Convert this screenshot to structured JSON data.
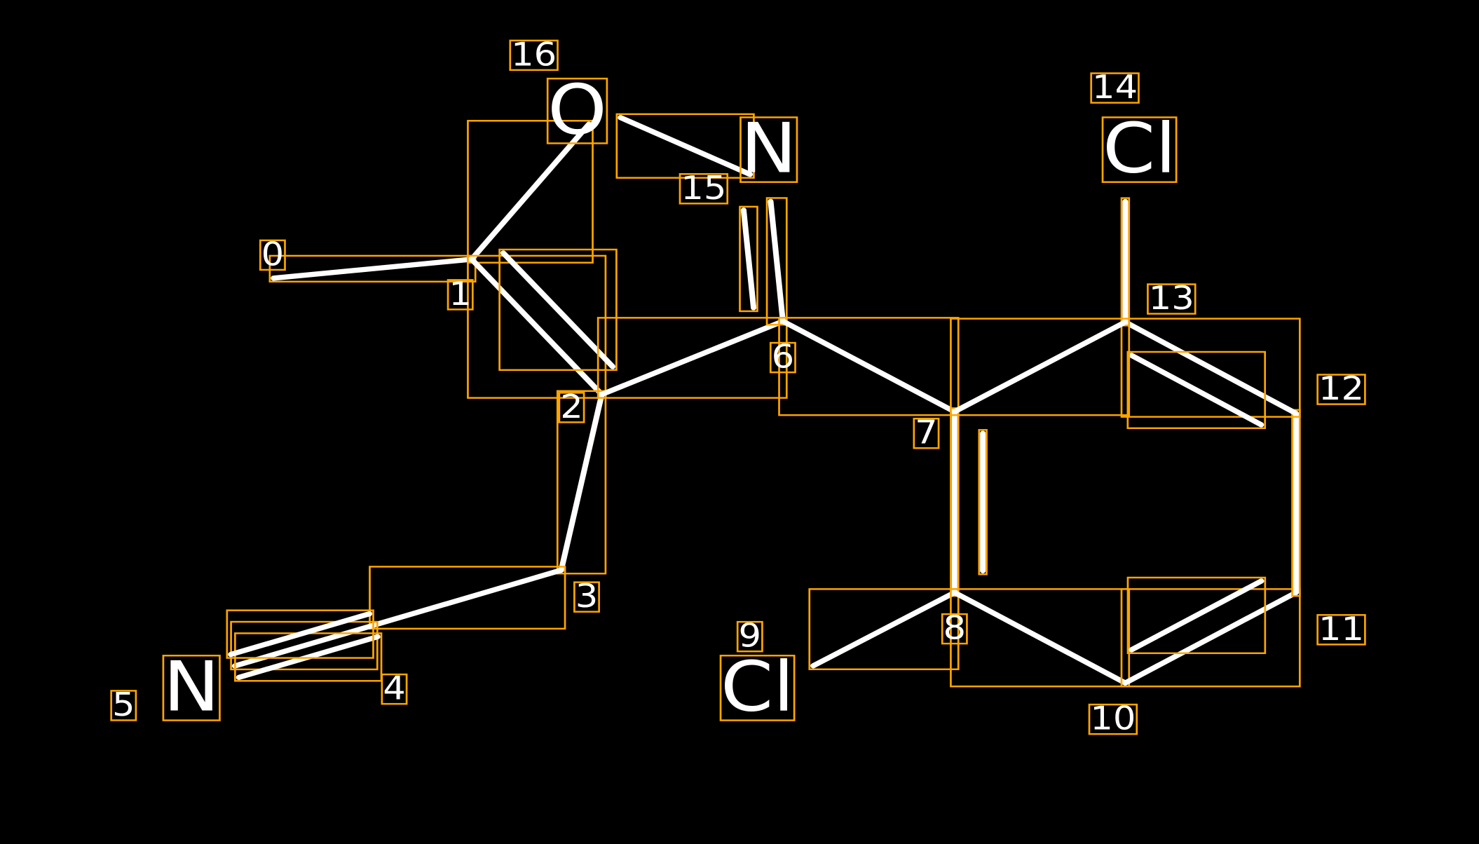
{
  "diagram": {
    "type": "molecule",
    "colors": {
      "background": "#000000",
      "bond": "#ffffff",
      "box": "#ffa500",
      "text": "#ffffff"
    },
    "atoms": [
      {
        "index": "0",
        "element": ""
      },
      {
        "index": "1",
        "element": ""
      },
      {
        "index": "2",
        "element": ""
      },
      {
        "index": "3",
        "element": ""
      },
      {
        "index": "4",
        "element": ""
      },
      {
        "index": "5",
        "element": "N"
      },
      {
        "index": "6",
        "element": ""
      },
      {
        "index": "7",
        "element": ""
      },
      {
        "index": "8",
        "element": ""
      },
      {
        "index": "9",
        "element": "Cl"
      },
      {
        "index": "10",
        "element": ""
      },
      {
        "index": "11",
        "element": ""
      },
      {
        "index": "12",
        "element": ""
      },
      {
        "index": "13",
        "element": ""
      },
      {
        "index": "14",
        "element": "Cl"
      },
      {
        "index": "15",
        "element": "N"
      },
      {
        "index": "16",
        "element": "O"
      }
    ],
    "bonds": [
      {
        "a": 0,
        "b": 1,
        "order": 1
      },
      {
        "a": 1,
        "b": 16,
        "order": 1
      },
      {
        "a": 1,
        "b": 2,
        "order": 2
      },
      {
        "a": 2,
        "b": 3,
        "order": 1
      },
      {
        "a": 3,
        "b": 4,
        "order": 1
      },
      {
        "a": 4,
        "b": 5,
        "order": 3
      },
      {
        "a": 2,
        "b": 6,
        "order": 1
      },
      {
        "a": 6,
        "b": 15,
        "order": 2
      },
      {
        "a": 15,
        "b": 16,
        "order": 1
      },
      {
        "a": 6,
        "b": 7,
        "order": 1
      },
      {
        "a": 7,
        "b": 8,
        "order": 2
      },
      {
        "a": 8,
        "b": 9,
        "order": 1
      },
      {
        "a": 8,
        "b": 10,
        "order": 1
      },
      {
        "a": 10,
        "b": 11,
        "order": 2
      },
      {
        "a": 11,
        "b": 12,
        "order": 1
      },
      {
        "a": 12,
        "b": 13,
        "order": 2
      },
      {
        "a": 13,
        "b": 14,
        "order": 1
      },
      {
        "a": 7,
        "b": 13,
        "order": 1
      }
    ]
  }
}
